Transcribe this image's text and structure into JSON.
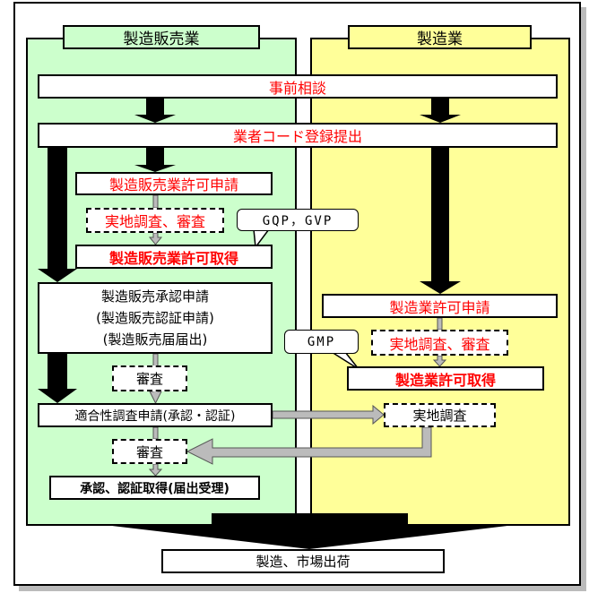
{
  "columns": {
    "left": "製造販売業",
    "right": "製造業"
  },
  "shared": {
    "consult": "事前相談",
    "code": "業者コード登録提出"
  },
  "left": {
    "permit_apply": "製造販売業許可申請",
    "inspect_review": "実地調査、審査",
    "permit_get": "製造販売業許可取得",
    "approval_apply": [
      "製造販売承認申請",
      "(製造販売認証申請)",
      "(製造販売届届出)"
    ],
    "review1": "審査",
    "conformity": "適合性調査申請(承認・認証)",
    "review2": "審査",
    "approval_get": "承認、認証取得(届出受理)"
  },
  "right": {
    "permit_apply": "製造業許可申請",
    "inspect_review": "実地調査、審査",
    "permit_get": "製造業許可取得",
    "inspection": "実地調査"
  },
  "callouts": {
    "gqp": "GQP，GVP",
    "gmp": "GMP"
  },
  "final": "製造、市場出荷",
  "colors": {
    "left_panel": "#ccffcc",
    "right_panel": "#ffff99",
    "highlight": "#ff0000"
  }
}
